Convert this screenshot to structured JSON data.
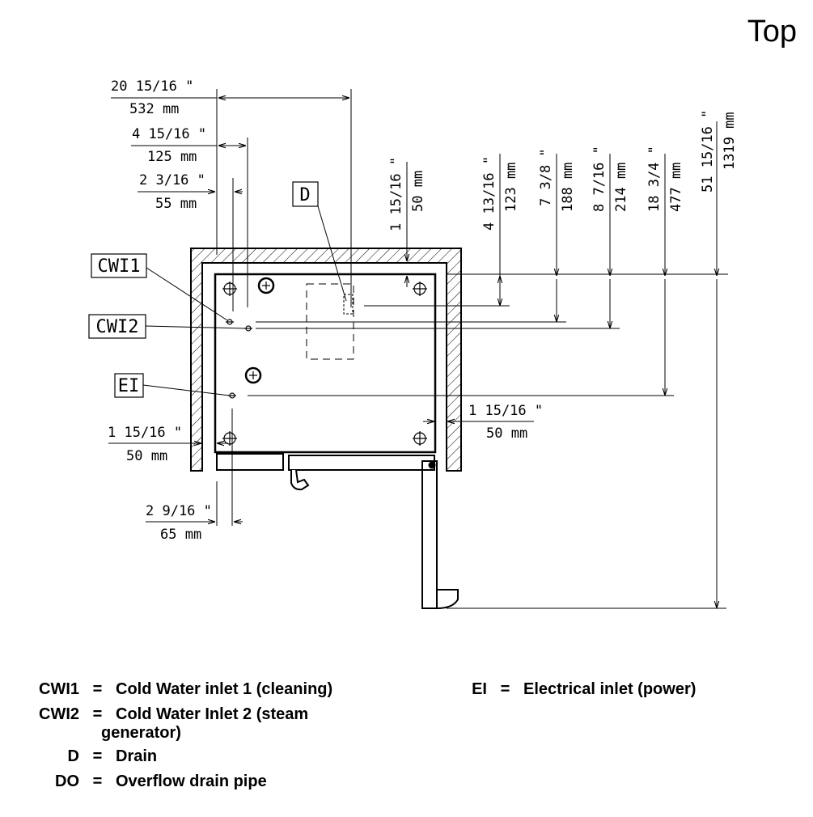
{
  "title": "Top",
  "labels": {
    "cwi1": "CWI1",
    "cwi2": "CWI2",
    "drain": "D",
    "ei": "EI"
  },
  "dimensions": {
    "width_532": {
      "inch": "20 15/16 \"",
      "mm": "532 mm"
    },
    "width_125": {
      "inch": "4 15/16 \"",
      "mm": "125 mm"
    },
    "width_55": {
      "inch": "2 3/16 \"",
      "mm": "55 mm"
    },
    "left_50": {
      "inch": "1 15/16 \"",
      "mm": "50 mm"
    },
    "bottom_65": {
      "inch": "2 9/16 \"",
      "mm": "65 mm"
    },
    "right_50": {
      "inch": "1 15/16 \"",
      "mm": "50 mm"
    },
    "v_50": {
      "inch": "1 15/16 \"",
      "mm": "50 mm"
    },
    "v_123": {
      "inch": "4 13/16 \"",
      "mm": "123 mm"
    },
    "v_188": {
      "inch": "7 3/8 \"",
      "mm": "188 mm"
    },
    "v_214": {
      "inch": "8 7/16 \"",
      "mm": "214 mm"
    },
    "v_477": {
      "inch": "18 3/4 \"",
      "mm": "477 mm"
    },
    "v_1319": {
      "inch": "51 15/16 \"",
      "mm": "1319 mm"
    }
  },
  "legend": {
    "eq": "=",
    "left": [
      {
        "code": "CWI1",
        "text": "Cold Water inlet 1 (cleaning)"
      },
      {
        "code": "CWI2",
        "text": "Cold Water Inlet 2 (steam",
        "text2": "generator)"
      },
      {
        "code": "D",
        "text": "Drain"
      },
      {
        "code": "DO",
        "text": "Overflow drain pipe"
      }
    ],
    "right": [
      {
        "code": "EI",
        "text": "Electrical inlet (power)"
      }
    ]
  }
}
